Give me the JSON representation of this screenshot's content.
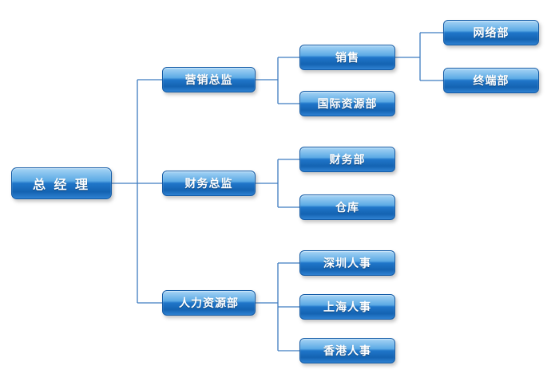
{
  "diagram": {
    "type": "org-chart",
    "colors": {
      "box_gradient_top": "#a6d4f5",
      "box_gradient_bottom": "#2f82d2",
      "box_border": "#135ba6",
      "connector_line": "#3f7cc0",
      "text": "#ffffff",
      "background": "#ffffff"
    },
    "nodes": {
      "gm": {
        "label": "总 经 理"
      },
      "marketing": {
        "label": "营销总监"
      },
      "finance": {
        "label": "财务总监"
      },
      "hr": {
        "label": "人力资源部"
      },
      "sales": {
        "label": "销售"
      },
      "intl": {
        "label": "国际资源部"
      },
      "findept": {
        "label": "财务部"
      },
      "warehouse": {
        "label": "仓库"
      },
      "szhr": {
        "label": "深圳人事"
      },
      "shhr": {
        "label": "上海人事"
      },
      "hkhr": {
        "label": "香港人事"
      },
      "network": {
        "label": "网络部"
      },
      "terminal": {
        "label": "终端部"
      }
    },
    "edges": [
      [
        "gm",
        "marketing"
      ],
      [
        "gm",
        "finance"
      ],
      [
        "gm",
        "hr"
      ],
      [
        "marketing",
        "sales"
      ],
      [
        "marketing",
        "intl"
      ],
      [
        "sales",
        "network"
      ],
      [
        "sales",
        "terminal"
      ],
      [
        "finance",
        "findept"
      ],
      [
        "finance",
        "warehouse"
      ],
      [
        "hr",
        "szhr"
      ],
      [
        "hr",
        "shhr"
      ],
      [
        "hr",
        "hkhr"
      ]
    ]
  }
}
